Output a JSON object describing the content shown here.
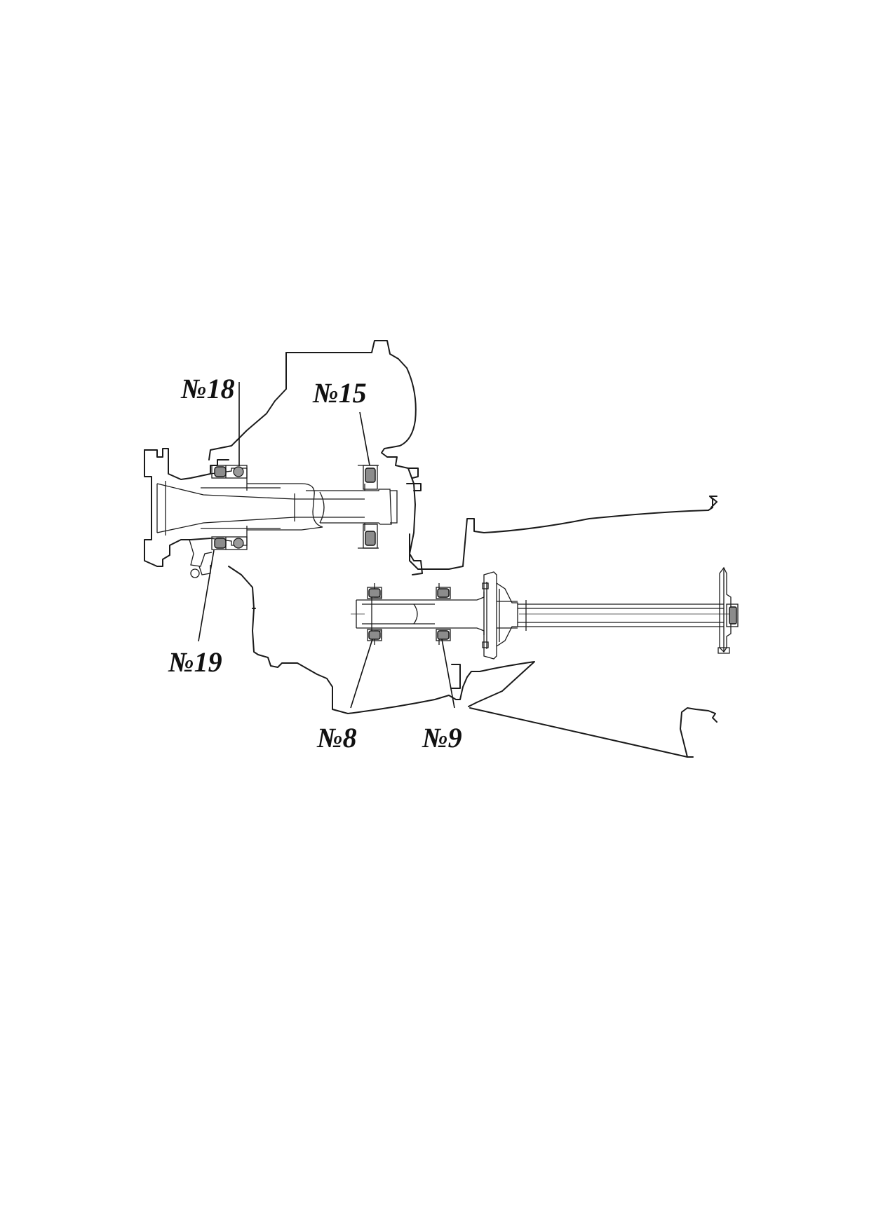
{
  "callouts": {
    "n18": "№18",
    "n15": "№15",
    "n19": "№19",
    "n8": "№8",
    "n9": "№9"
  }
}
